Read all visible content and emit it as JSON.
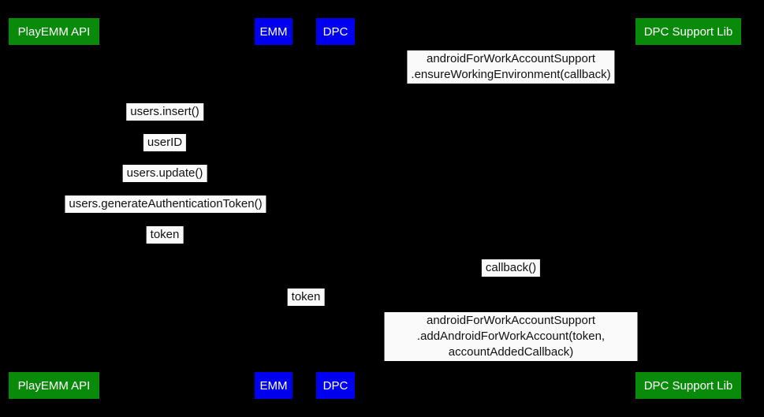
{
  "diagram": {
    "background": "#000000",
    "colors": {
      "green": "#0a8a0a",
      "blue": "#0000ee",
      "label_bg": "#fafafa",
      "label_text": "#111111",
      "participant_text": "#ffffff"
    },
    "participants": [
      {
        "label": "PlayEMM API",
        "color": "green"
      },
      {
        "label": "EMM",
        "color": "blue"
      },
      {
        "label": "DPC",
        "color": "blue"
      },
      {
        "label": "DPC Support Lib",
        "color": "green"
      }
    ],
    "messages": [
      {
        "text": "androidForWorkAccountSupport\n.ensureWorkingEnvironment(callback)"
      },
      {
        "text": "users.insert()"
      },
      {
        "text": "userID"
      },
      {
        "text": "users.update()"
      },
      {
        "text": "users.generateAuthenticationToken()"
      },
      {
        "text": "token"
      },
      {
        "text": "callback()"
      },
      {
        "text": "token"
      },
      {
        "text": "androidForWorkAccountSupport\n.addAndroidForWorkAccount(token, accountAddedCallback)"
      }
    ]
  }
}
